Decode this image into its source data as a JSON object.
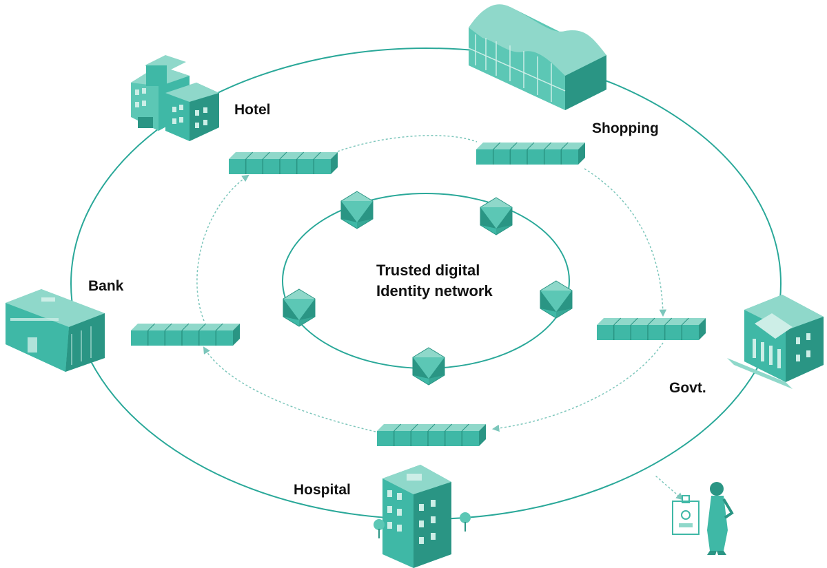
{
  "colors": {
    "teal": "#3fb8a6",
    "teal_dark": "#2a9584",
    "teal_light": "#8fd8ca",
    "teal_pale": "#cdeee7",
    "ring": "#2aa899",
    "arrow": "#7cc6bb",
    "text": "#111111"
  },
  "center": {
    "line1": "Trusted digital",
    "line2": "Identity network"
  },
  "locations": {
    "hotel": "Hotel",
    "shopping": "Shopping",
    "bank": "Bank",
    "govt": "Govt.",
    "hospital": "Hospital"
  },
  "icons": {
    "hotel": "hotel-building-icon",
    "shopping": "shopping-mall-icon",
    "bank": "bank-building-icon",
    "govt": "government-building-icon",
    "hospital": "hospital-building-icon",
    "person": "person-with-id-card-icon",
    "node": "network-node-icon",
    "block": "blockchain-block-icon"
  }
}
